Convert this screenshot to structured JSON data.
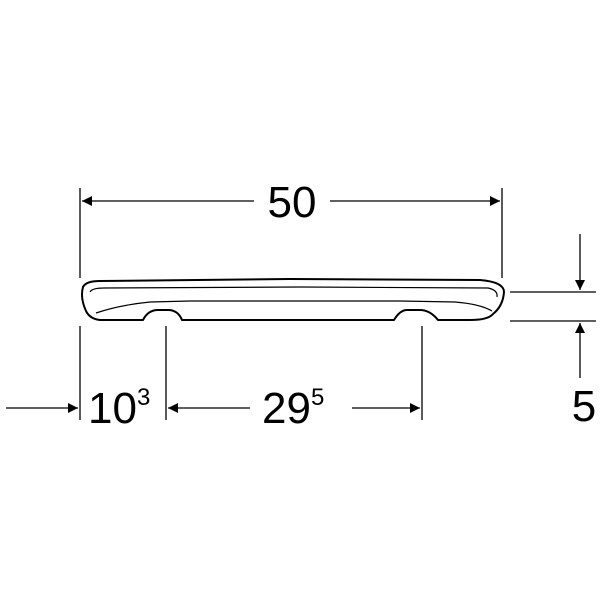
{
  "dimensions": {
    "overall_width": {
      "value": "50"
    },
    "left_offset": {
      "main": "10",
      "sup": "3"
    },
    "hinge_spacing": {
      "main": "29",
      "sup": "5"
    },
    "thickness": {
      "value": "5"
    }
  },
  "colors": {
    "line": "#000000",
    "background": "#ffffff"
  }
}
